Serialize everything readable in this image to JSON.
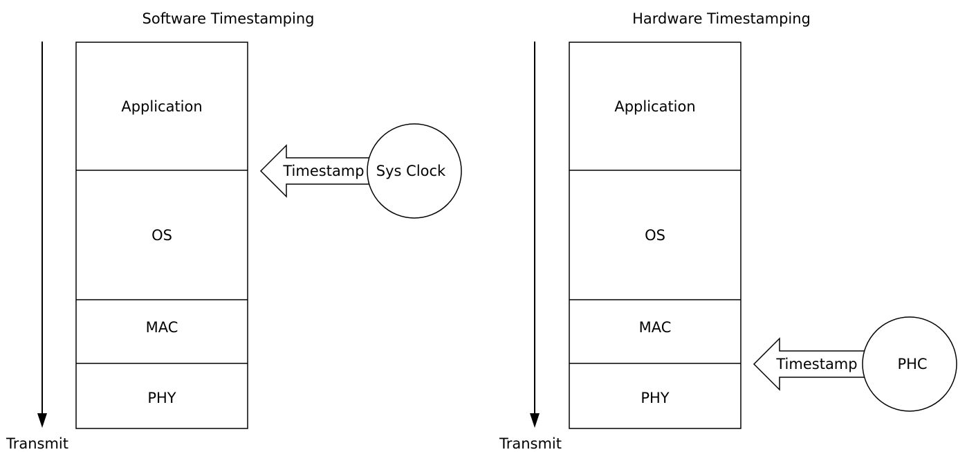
{
  "software": {
    "title": "Software Timestamping",
    "layers": [
      "Application",
      "OS",
      "MAC",
      "PHY"
    ],
    "axis_label": "Transmit",
    "arrow_label": "Timestamp",
    "clock_label": "Sys Clock"
  },
  "hardware": {
    "title": "Hardware Timestamping",
    "layers": [
      "Application",
      "OS",
      "MAC",
      "PHY"
    ],
    "axis_label": "Transmit",
    "arrow_label": "Timestamp",
    "clock_label": "PHC"
  }
}
